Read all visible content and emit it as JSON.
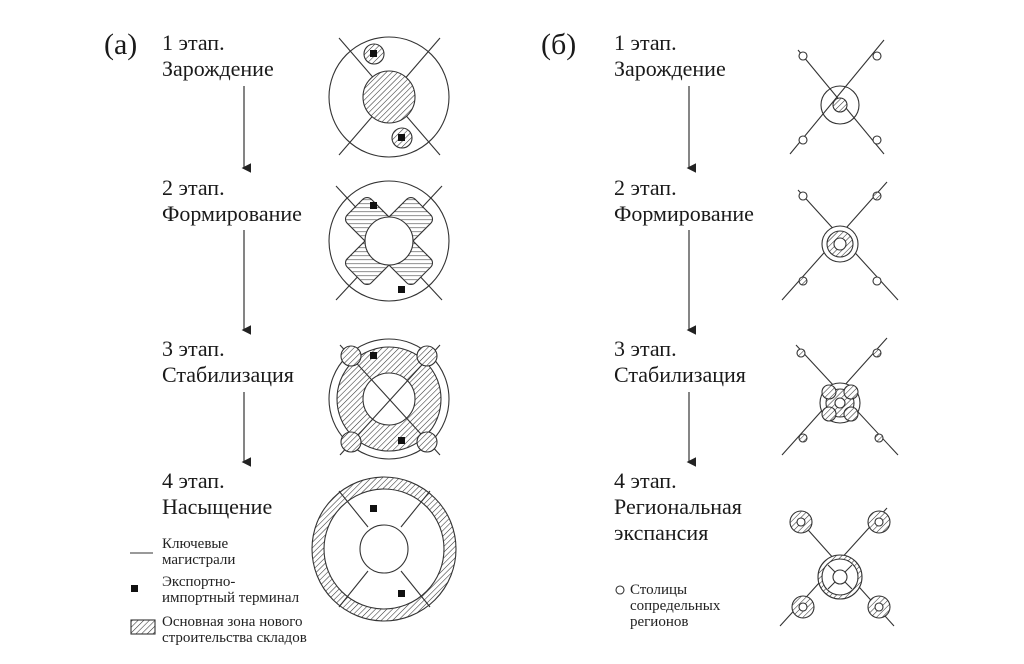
{
  "panels": [
    {
      "label": "(а)",
      "stages": [
        {
          "step": "1 этап.",
          "name": "Зарождение"
        },
        {
          "step": "2 этап.",
          "name": "Формирование"
        },
        {
          "step": "3 этап.",
          "name": "Стабилизация"
        },
        {
          "step": "4 этап.",
          "name": "Насыщение"
        }
      ],
      "legend": [
        {
          "symbol": "line",
          "icon": "key-highway-line-icon",
          "lines": [
            "Ключевые",
            "магистрали"
          ]
        },
        {
          "symbol": "square",
          "icon": "export-import-terminal-icon",
          "lines": [
            "Экспортно-",
            "импортный терминал"
          ]
        },
        {
          "symbol": "hatch",
          "icon": "warehouse-zone-hatch-icon",
          "lines": [
            "Основная зона нового",
            "строительства складов"
          ]
        }
      ]
    },
    {
      "label": "(б)",
      "stages": [
        {
          "step": "1 этап.",
          "name": "Зарождение"
        },
        {
          "step": "2 этап.",
          "name": "Формирование"
        },
        {
          "step": "3 этап.",
          "name": "Стабилизация"
        },
        {
          "step": "4 этап.",
          "name": "Региональная",
          "name2": "экспансия"
        }
      ],
      "legend": [
        {
          "symbol": "circle",
          "icon": "neighbor-capital-icon",
          "lines": [
            "Столицы",
            "сопредельных",
            "регионов"
          ]
        }
      ]
    }
  ]
}
